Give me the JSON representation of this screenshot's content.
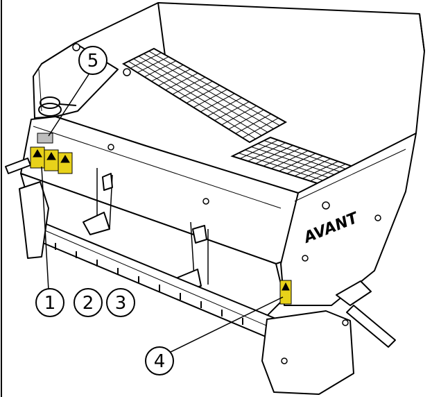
{
  "logo": {
    "text": "AVANT"
  },
  "callouts": [
    {
      "id": "5",
      "label": "5"
    },
    {
      "id": "1",
      "label": "1"
    },
    {
      "id": "2",
      "label": "2"
    },
    {
      "id": "3",
      "label": "3"
    },
    {
      "id": "4",
      "label": "4"
    }
  ],
  "colors": {
    "warning_label": "#e8d21a",
    "blank_label": "#bdbdbd",
    "line": "#000000"
  }
}
